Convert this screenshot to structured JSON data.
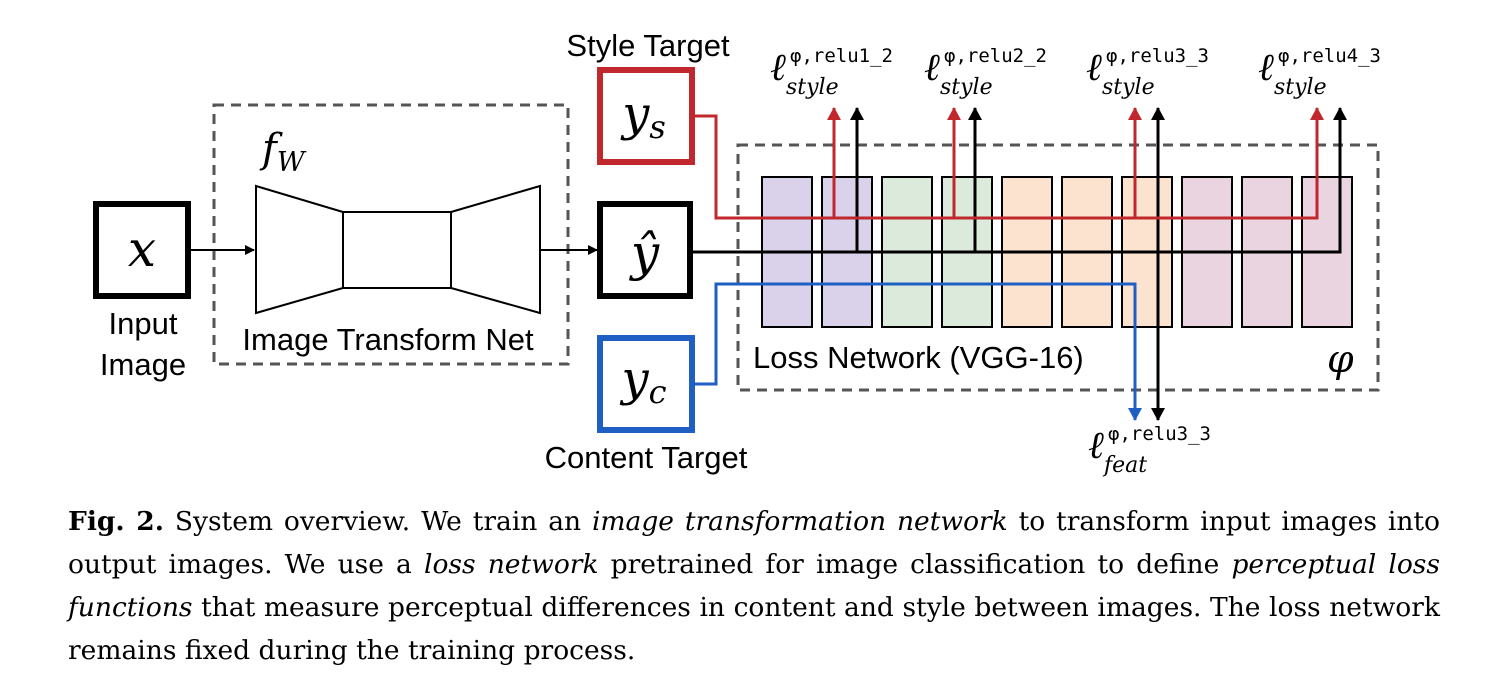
{
  "diagram": {
    "input_box_label": "x",
    "input_caption_line1": "Input",
    "input_caption_line2": "Image",
    "transform_net_symbol": "f",
    "transform_net_symbol_sub": "W",
    "transform_net_label": "Image Transform Net",
    "output_box_label": "ŷ",
    "style_target_title": "Style Target",
    "style_box_label": "y",
    "style_box_sub": "s",
    "content_box_label": "y",
    "content_box_sub": "c",
    "content_target_title": "Content Target",
    "loss_network_label": "Loss Network (VGG-16)",
    "loss_network_symbol": "φ",
    "layer_colors": [
      "#d9d2ea",
      "#d9d2ea",
      "#dceadb",
      "#dceadb",
      "#fbe3cf",
      "#fbe3cf",
      "#fbe3cf",
      "#ead4e0",
      "#ead4e0",
      "#ead4e0"
    ],
    "colors": {
      "style": "#c0282d",
      "content": "#1f5fc4",
      "black": "#000000",
      "dashed": "#555555"
    },
    "losses": [
      {
        "ell": "ℓ",
        "sup": "φ,relu1_2",
        "sub": "style"
      },
      {
        "ell": "ℓ",
        "sup": "φ,relu2_2",
        "sub": "style"
      },
      {
        "ell": "ℓ",
        "sup": "φ,relu3_3",
        "sub": "style"
      },
      {
        "ell": "ℓ",
        "sup": "φ,relu4_3",
        "sub": "style"
      },
      {
        "ell": "ℓ",
        "sup": "φ,relu3_3",
        "sub": "feat"
      }
    ]
  },
  "caption": {
    "fig_label": "Fig. 2.",
    "t1": " System overview. We train an ",
    "e1": "image transformation network",
    "t2": " to transform input images into output images. We use a ",
    "e2": "loss network",
    "t3": " pretrained for image classification to define ",
    "e3": "perceptual loss functions",
    "t4": " that measure perceptual differences in content and style between images. The loss network remains fixed during the training process."
  }
}
